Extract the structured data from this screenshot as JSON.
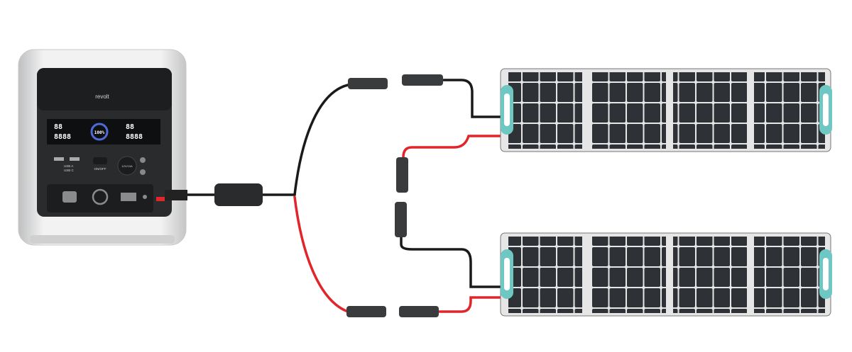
{
  "power_station": {
    "brand": "revolt",
    "display": {
      "left_top": "88",
      "left_bottom": "8888",
      "center": "100%",
      "right_top": "88",
      "right_bottom": "8888"
    },
    "ports": {
      "usb_a": "USB A",
      "usb_c": "USB C",
      "power_button": "ON/OFF",
      "car_port": "12V/10A"
    }
  },
  "colors": {
    "positive_cable": "#e0262a",
    "negative_cable": "#1a1a1a",
    "panel_handle": "#6fc7c3",
    "panel_cell": "#2b2f33",
    "station_body": "#e4e4e4"
  }
}
